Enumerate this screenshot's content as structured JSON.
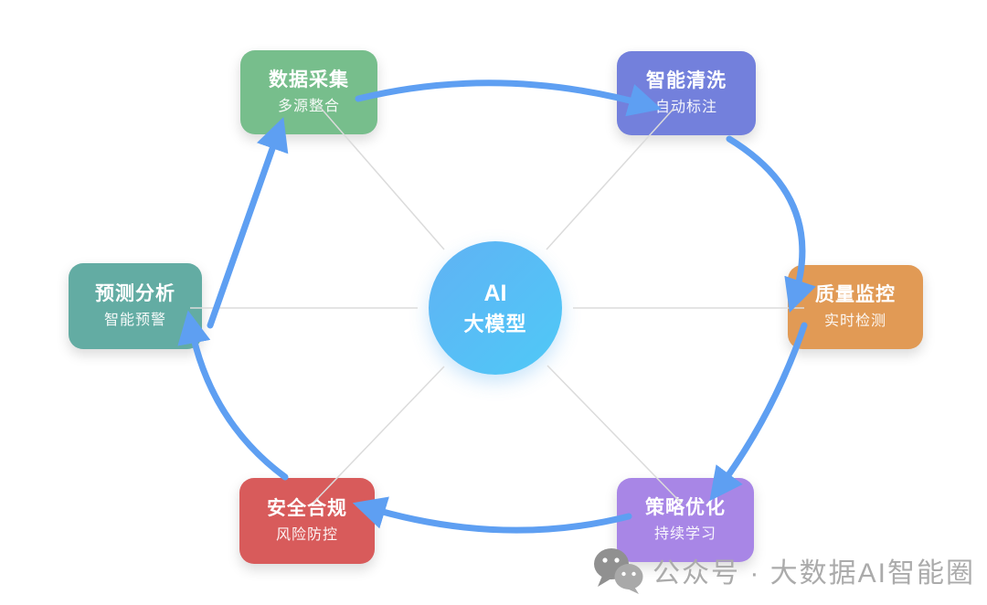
{
  "diagram": {
    "title_hint": "AI large-model data cycle",
    "center": {
      "line1": "AI",
      "line2": "大模型"
    },
    "nodes": [
      {
        "id": "data-collection",
        "title": "数据采集",
        "subtitle": "多源整合",
        "color": "#77BE8C"
      },
      {
        "id": "smart-cleaning",
        "title": "智能清洗",
        "subtitle": "自动标注",
        "color": "#7380DC"
      },
      {
        "id": "quality-monitoring",
        "title": "质量监控",
        "subtitle": "实时检测",
        "color": "#E19A55"
      },
      {
        "id": "strategy-optimization",
        "title": "策略优化",
        "subtitle": "持续学习",
        "color": "#A886E6"
      },
      {
        "id": "security-compliance",
        "title": "安全合规",
        "subtitle": "风险防控",
        "color": "#D85B5B"
      },
      {
        "id": "predictive-analysis",
        "title": "预测分析",
        "subtitle": "智能预警",
        "color": "#63ACA3"
      }
    ],
    "flow_order": [
      "数据采集",
      "智能清洗",
      "质量监控",
      "策略优化",
      "安全合规",
      "预测分析"
    ],
    "colors": {
      "arrow": "#5E9FF2",
      "spoke": "#DBDBDB",
      "center_gradient": "linear-gradient(135deg,#60B2F4 0%,#4FC9F7 100%)"
    }
  },
  "watermark": {
    "icon": "wechat-icon",
    "text": "公众号 · 大数据AI智能圈",
    "color": "#ABABAB"
  }
}
